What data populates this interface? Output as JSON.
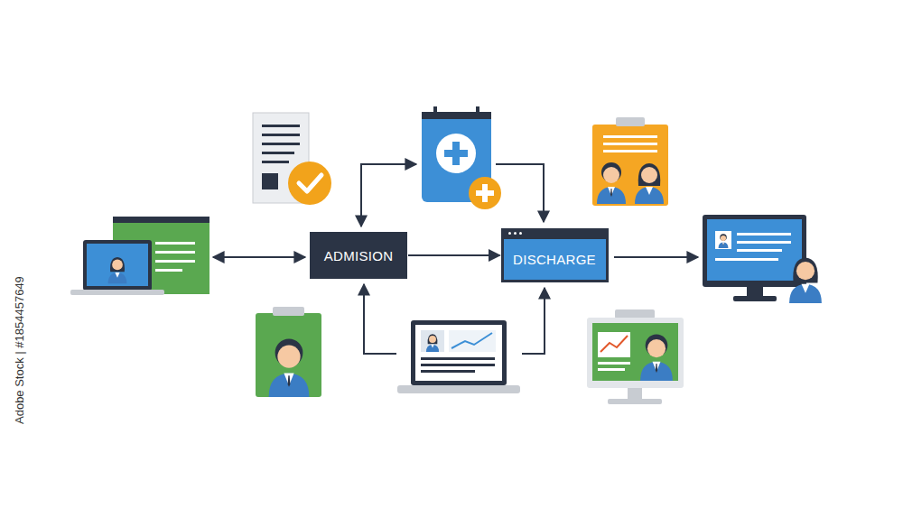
{
  "diagram": {
    "nodes": [
      {
        "text": [
          "ADMISION"
        ]
      },
      {
        "text": [
          "DISCHARGE"
        ]
      }
    ],
    "edges": [
      {
        "from": 0,
        "to": 1,
        "arrow": "to"
      }
    ],
    "labels": [
      "Adobe Stock | #1854457649"
    ]
  }
}
